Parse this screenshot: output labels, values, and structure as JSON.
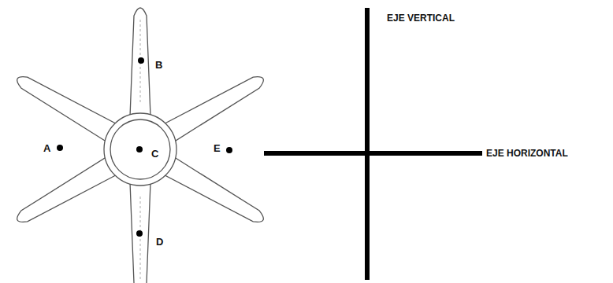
{
  "diagram": {
    "labels": [
      "B",
      "A",
      "C",
      "E",
      "D",
      "EJE VERTICAL",
      "EJE HORIZONTAL"
    ]
  }
}
